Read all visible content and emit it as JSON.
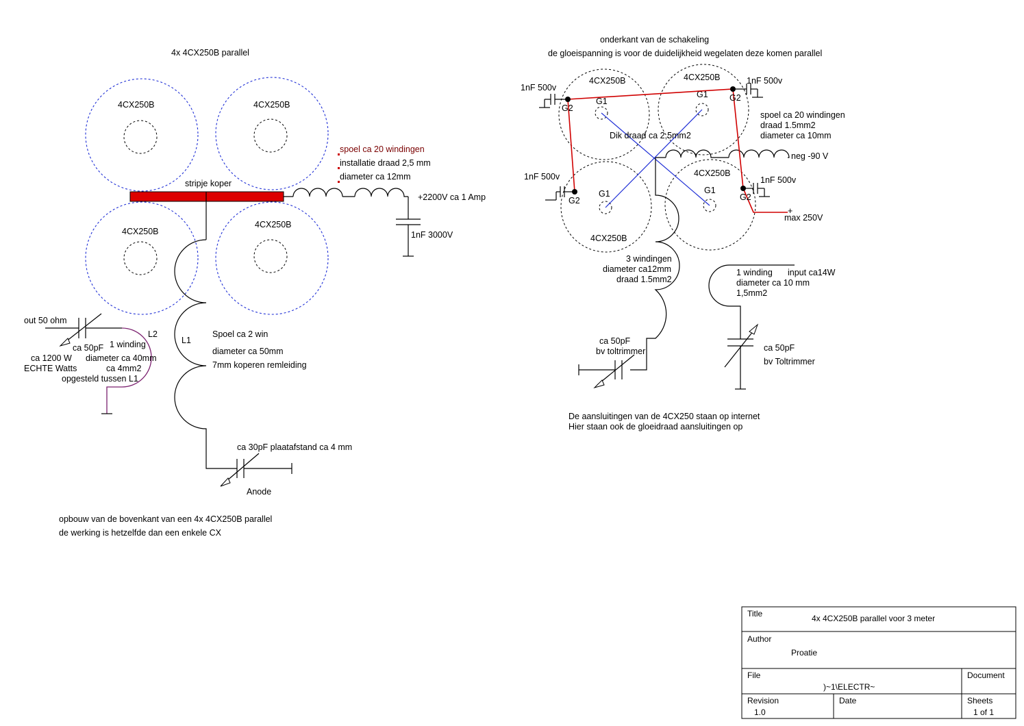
{
  "left": {
    "title": "4x 4CX250B parallel",
    "tube_labels": [
      "4CX250B",
      "4CX250B",
      "4CX250B",
      "4CX250B"
    ],
    "strip_label": "stripje koper",
    "coil_lines": [
      "spoel ca 20 windingen",
      "installatie draad 2,5 mm",
      "diameter ca 12mm"
    ],
    "supply": "+2200V ca 1 Amp",
    "cap_hv": "1nF 3000V",
    "out_label": "out 50 ohm",
    "cap_out": "ca 50pF",
    "power_lines": [
      "ca 1200 W",
      "ECHTE Watts"
    ],
    "winding_lines": [
      "1 winding",
      "diameter ca 40mm",
      "ca 4mm2",
      "opgesteld tussen L1"
    ],
    "l2": "L2",
    "l1": "L1",
    "spoel_lines": [
      "Spoel ca 2 win",
      "diameter ca 50mm",
      "7mm koperen remleiding"
    ],
    "cap_anode": "ca 30pF plaatafstand ca 4 mm",
    "anode": "Anode",
    "note_lines": [
      "opbouw van de bovenkant van een 4x 4CX250B parallel",
      "de werking is hetzelfde dan een enkele CX"
    ]
  },
  "right": {
    "title_lines": [
      "onderkant van de schakeling",
      "de gloeispanning is voor de duidelijkheid wegelaten deze komen parallel"
    ],
    "tube_labels": [
      "4CX250B",
      "4CX250B",
      "4CX250B",
      "4CX250B"
    ],
    "g1": "G1",
    "g2": "G2",
    "cap_1nf": "1nF 500v",
    "dik_draad": "Dik draad ca 2,5mm2",
    "coil_lines": [
      "spoel ca 20 windingen",
      "draad 1.5mm2",
      "diameter ca 10mm"
    ],
    "neg": "neg -90 V",
    "plus": "+",
    "max": "max 250V",
    "wind3_lines": [
      "3 windingen",
      "diameter ca12mm",
      "draad 1.5mm2"
    ],
    "wind1_lines": [
      "1 winding",
      "diameter ca 10 mm",
      "1,5mm2"
    ],
    "input": "input ca14W",
    "trim1_lines": [
      "ca 50pF",
      "bv toltrimmer"
    ],
    "trim2_lines": [
      "ca 50pF",
      "bv Toltrimmer"
    ],
    "note_lines": [
      "De aansluitingen van de 4CX250 staan op internet",
      "Hier staan ook de gloeidraad aansluitingen op"
    ]
  },
  "titleblock": {
    "title_label": "Title",
    "title_value": "4x 4CX250B parallel voor 3 meter",
    "author_label": "Author",
    "author_value": "Proatie",
    "file_label": "File",
    "file_value": ")~1\\ELECTR~",
    "document_label": "Document",
    "revision_label": "Revision",
    "revision_value": "1.0",
    "date_label": "Date",
    "sheets_label": "Sheets",
    "sheets_value": "1 of 1"
  },
  "colors": {
    "strip": "#dd0000",
    "tube_outline": "#1f2fd6",
    "grid_wire": "#d00000"
  }
}
